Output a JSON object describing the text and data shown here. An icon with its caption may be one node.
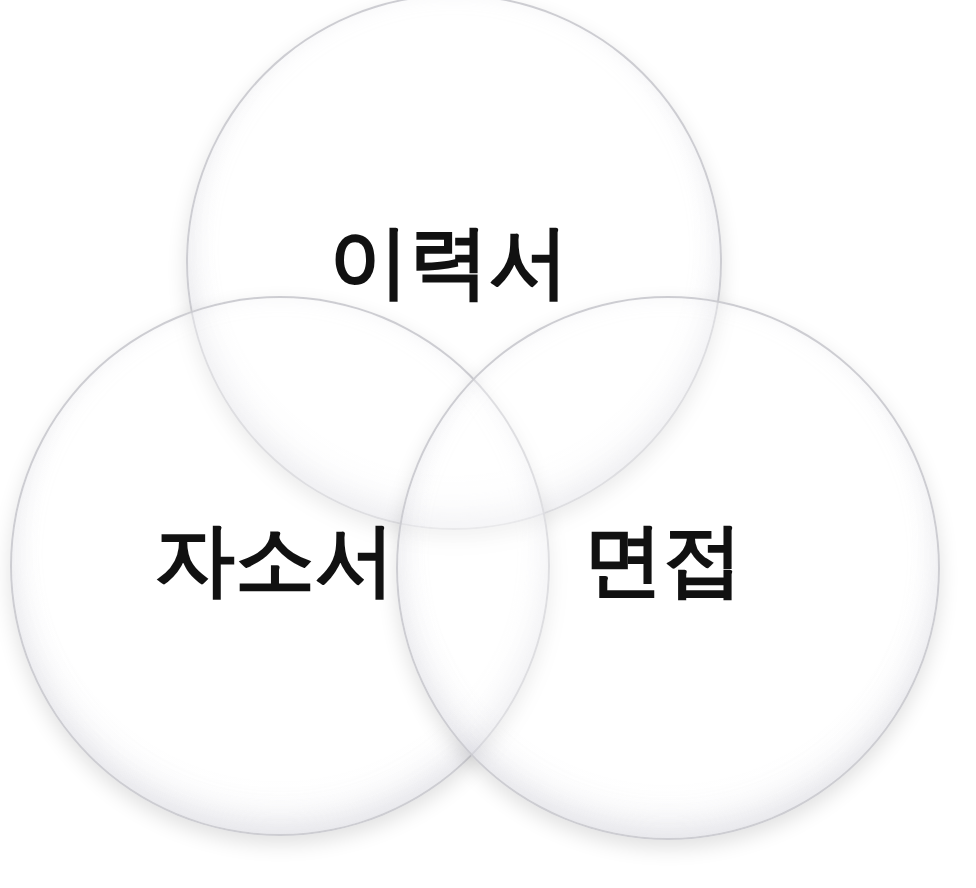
{
  "diagram": {
    "nodes": [
      {
        "text": [
          "이력서"
        ]
      },
      {
        "text": [
          "자소서"
        ]
      },
      {
        "text": [
          "면접"
        ]
      }
    ]
  }
}
